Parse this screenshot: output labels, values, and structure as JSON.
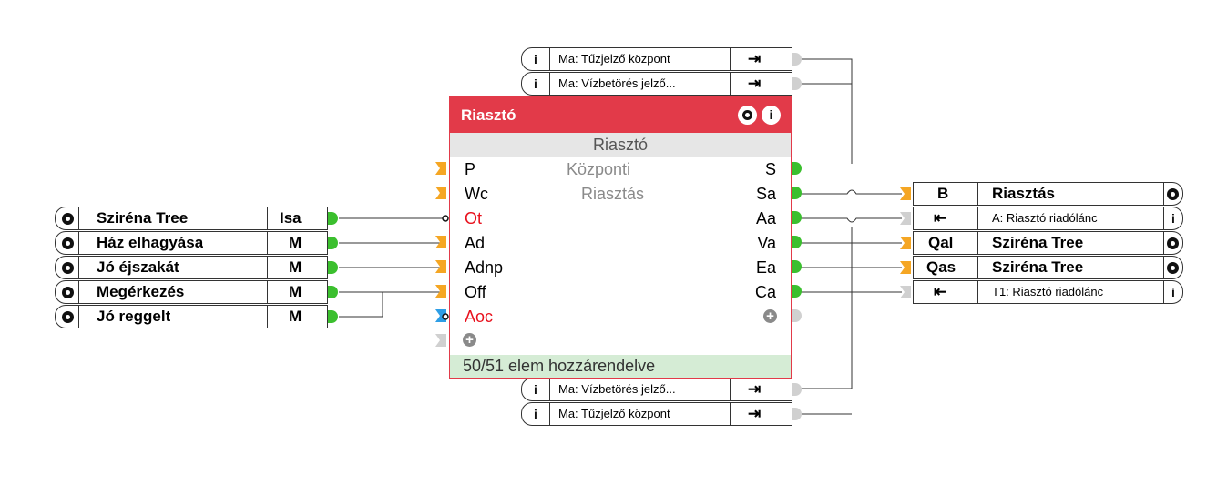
{
  "block": {
    "title": "Riasztó",
    "subtitle": "Riasztó",
    "center_lines": [
      "Központi",
      "Riasztás"
    ],
    "inputs": [
      "P",
      "Wc",
      "Ot",
      "Ad",
      "Adnp",
      "Off",
      "Aoc"
    ],
    "outputs": [
      "S",
      "Sa",
      "Aa",
      "Va",
      "Ea",
      "Ca"
    ],
    "footer": "50/51 elem hozzárendelve",
    "colors": {
      "header": "#e23a49",
      "footer_bg": "#d5ecd5",
      "orange": "#f5a623",
      "green": "#3bbf2e",
      "blue": "#2e9ee6",
      "red_text": "#e8101c"
    }
  },
  "top_refs": [
    {
      "label": "Ma: Tűzjelző központ"
    },
    {
      "label": "Ma:  Vízbetörés  jelző..."
    }
  ],
  "bottom_refs": [
    {
      "label": "Ma:  Vízbetörés  jelző..."
    },
    {
      "label": "Ma: Tűzjelző központ"
    }
  ],
  "left_items": [
    {
      "name": "Sziréna Tree",
      "port": "Isa"
    },
    {
      "name": "Ház elhagyása",
      "port": "M"
    },
    {
      "name": "Jó éjszakát",
      "port": "M"
    },
    {
      "name": "Megérkezés",
      "port": "M"
    },
    {
      "name": "Jó reggelt",
      "port": "M"
    }
  ],
  "right_items": [
    {
      "port": "B",
      "name": "Riasztás",
      "bold": true,
      "icon": "gear-icon"
    },
    {
      "port": "",
      "name": "A: Riasztó riadólánc",
      "bold": false,
      "icon": "info-icon"
    },
    {
      "port": "Qal",
      "name": "Sziréna Tree",
      "bold": true,
      "icon": "gear-icon"
    },
    {
      "port": "Qas",
      "name": "Sziréna Tree",
      "bold": true,
      "icon": "gear-icon"
    },
    {
      "port": "",
      "name": "T1: Riasztó riadólánc",
      "bold": false,
      "icon": "info-icon"
    }
  ]
}
